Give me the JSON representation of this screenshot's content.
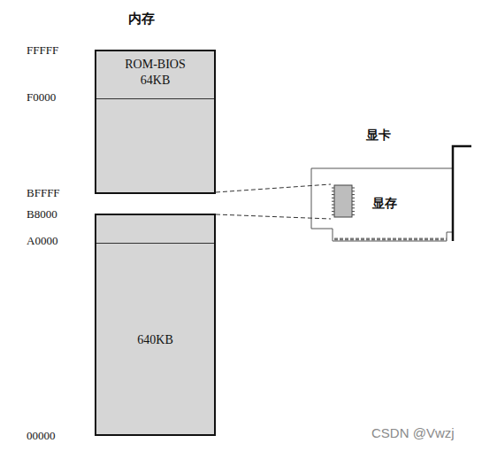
{
  "diagram": {
    "title": "内存",
    "nodes": [
      {
        "text": [
          "ROM-BIOS 64KB"
        ]
      },
      {
        "text": [
          "640KB"
        ]
      },
      {
        "text": [
          "显卡",
          "显存"
        ]
      }
    ],
    "labels": [
      "FFFFF",
      "F0000",
      "BFFFF",
      "B8000",
      "A0000",
      "00000",
      "CSDN @Vwzj"
    ]
  }
}
